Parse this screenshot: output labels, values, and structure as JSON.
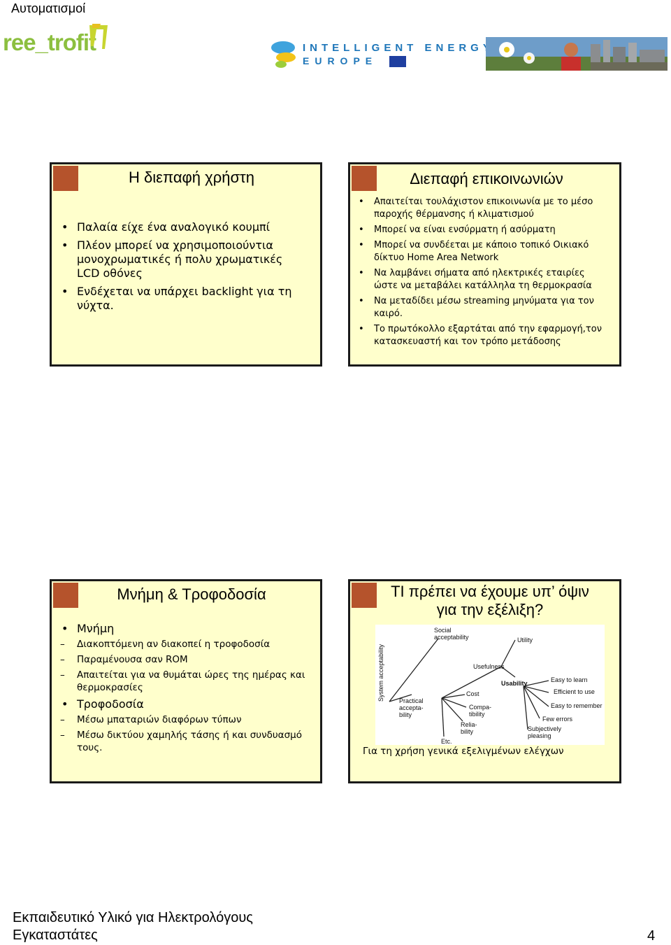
{
  "header": {
    "title": "Αυτοματισμοί"
  },
  "logos": {
    "left": "ree_trofit",
    "ie_line1": "INTELLIGENT ENERGY",
    "ie_line2": "EUROPE"
  },
  "slides": [
    {
      "title": "Η διεπαφή χρήστη",
      "bullets": [
        "Παλαία είχε ένα αναλογικό κουμπί",
        "Πλέον μπορεί να χρησιμοποιούντια μονοχρωματικές ή πολυ χρωματικές LCD οθόνες",
        "Ενδέχεται να υπάρχει backlight για τη νύχτα."
      ]
    },
    {
      "title": "Διεπαφή επικοινωνιών",
      "bullets": [
        "Απαιτείται τουλάχιστον επικοινωνία με το μέσο παροχής θέρμανσης ή κλιματισμού",
        "Μπορεί να είναι ενσύρματη ή ασύρματη",
        "Μπορεί να συνδέεται με κάποιο τοπικό Οικιακό δίκτυο Home Area Network",
        "Να λαμβάνει σήματα από ηλεκτρικές εταιρίες ώστε να μεταβάλει κατάλληλα τη θερμοκρασία",
        "Να μεταδίδει μέσω streaming μηνύματα για τον καιρό.",
        "Το πρωτόκολλο εξαρτάται από την εφαρμογή,τον κατασκευαστή και τον τρόπο μετάδοσης"
      ]
    },
    {
      "title": "Μνήμη & Τροφοδοσία",
      "groups": [
        {
          "label": "Μνήμη",
          "items": [
            "Διακοπτόμενη αν διακοπεί η τροφοδοσία",
            "Παραμένουσα σαν ROM",
            "Απαιτείται για να θυμάται ώρες της ημέρας και θερμοκρασίες"
          ]
        },
        {
          "label": "Τροφοδοσία",
          "items": [
            "Μέσω μπαταριών διαφόρων τύπων",
            "Μέσω δικτύου χαμηλής τάσης ή και συνδυασμό τους."
          ]
        }
      ]
    },
    {
      "title_line1": "ΤΙ πρέπει να έχουμε υπ’ όψιν",
      "title_line2": "για την εξέλιξη?",
      "diagram": {
        "root": "System acceptability",
        "social": [
          "Social",
          "acceptability"
        ],
        "practical": [
          "Practical",
          "accepta-",
          "bility"
        ],
        "utility": "Utility",
        "usefulness": "Usefulness",
        "usability": "Usability",
        "cost": "Cost",
        "compat": [
          "Compa-",
          "tibility"
        ],
        "relia": [
          "Relia-",
          "bility"
        ],
        "etc": "Etc.",
        "attrs": [
          "Easy to learn",
          "Efficient to use",
          "Easy to remember",
          "Few errors",
          "Subjectively",
          "pleasing"
        ]
      },
      "caption": "Για τη χρήση γενικά εξελιγμένων ελέγχων"
    }
  ],
  "footer": {
    "line1": "Εκπαιδευτικό Υλικό για Ηλεκτρολόγους",
    "line2": "Εγκαταστάτες",
    "page": "4"
  }
}
